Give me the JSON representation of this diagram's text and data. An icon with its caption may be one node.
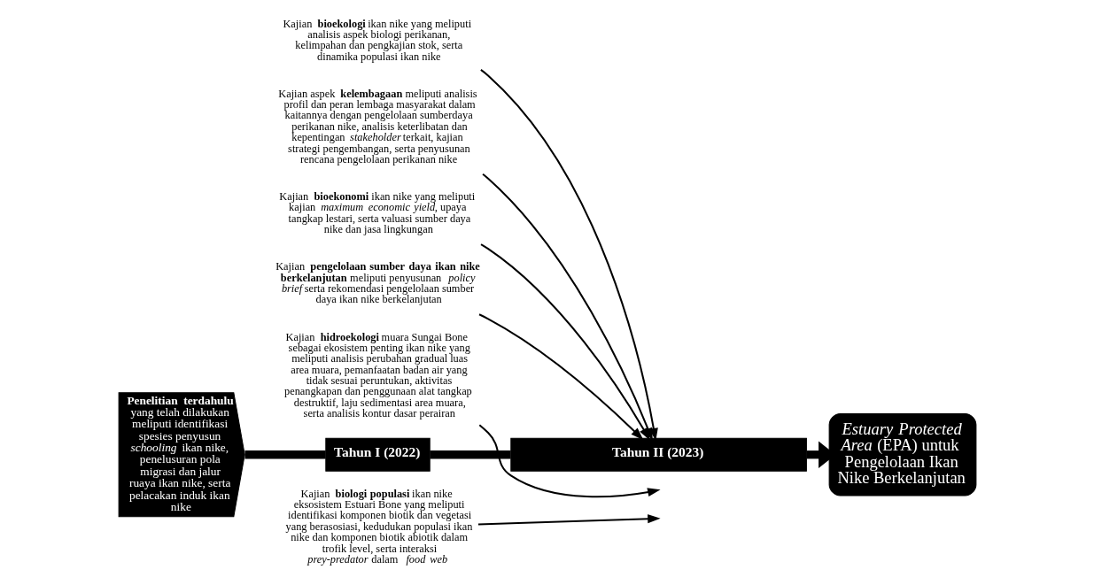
{
  "diagram": {
    "nodes": [
      {
        "text": [
          "**Penelitian terdahulu** yang telah dilakukan meliputi identifikasi spesies penyusun *schooling* ikan nike, penelusuran pola migrasi dan jalur ruaya ikan nike, serta pelacakan induk ikan nike"
        ]
      },
      {
        "text": [
          "Tahun I (2022)"
        ]
      },
      {
        "text": [
          "Tahun II (2023)"
        ]
      },
      {
        "text": [
          "*Estuary Protected Area* (EPA) untuk Pengelolaan Ikan Nike Berkelanjutan"
        ]
      },
      {
        "text": [
          "Kajian **hidroekologi** muara Sungai Bone sebagai ekosistem penting ikan nike yang meliputi analisis perubahan gradual luas area muara, pemanfaatan badan air yang tidak sesuai peruntukan, aktivitas penangkapan dan penggunaan alat tangkap destruktif, laju sedimentasi area muara, serta analisis kontur dasar perairan"
        ]
      },
      {
        "text": [
          "Kajian **bioekologi** ikan nike yang meliputi analisis aspek biologi perikanan, kelimpahan dan pengkajian stok, serta dinamika populasi ikan nike"
        ]
      },
      {
        "text": [
          "Kajian aspek **kelembagaan** meliputi analisis profil dan peran lembaga masyarakat dalam kaitannya dengan pengelolaan sumberdaya perikanan nike, analisis keterlibatan dan kepentingan *stakeholder* terkait, kajian strategi pengembangan, serta penyusunan rencana pengelolaan perikanan nike"
        ]
      },
      {
        "text": [
          "Kajian **biologi populasi** ikan nike eksosistem Estuari Bone yang meliputi identifikasi komponen biotik dan vegetasi yang berasosiasi, kedudukan populasi ikan nike dan komponen biotik abiotik dalam trofik level, serta interaksi *prey-predator* dalam *food web*"
        ]
      },
      {
        "text": [
          "Kajian **bioekonomi** ikan nike yang meliputi kajian *maximum economic yield*, upaya tangkap lestari, serta valuasi sumber daya nike dan jasa lingkungan"
        ]
      },
      {
        "text": [
          "Kajian **pengelolaan sumber daya ikan nike berkelanjutan** meliputi penyusunan *policy brief* serta rekomendasi pengelolaan sumber daya ikan nike berkelanjutan"
        ]
      }
    ],
    "edges": [
      {
        "from": 0,
        "to": 1,
        "arrow": "none",
        "style": "thick"
      },
      {
        "from": 1,
        "to": 2,
        "arrow": "none",
        "style": "thick"
      },
      {
        "from": 2,
        "to": 3,
        "arrow": "to",
        "style": "thick"
      },
      {
        "from": 4,
        "to": null,
        "arrow": "to"
      },
      {
        "from": 7,
        "to": null,
        "arrow": "to"
      },
      {
        "from": 5,
        "to": 2,
        "arrow": "to"
      },
      {
        "from": 8,
        "to": 2,
        "arrow": "to"
      },
      {
        "from": 6,
        "to": 2,
        "arrow": "to"
      },
      {
        "from": 9,
        "to": 2,
        "arrow": "to"
      }
    ]
  }
}
